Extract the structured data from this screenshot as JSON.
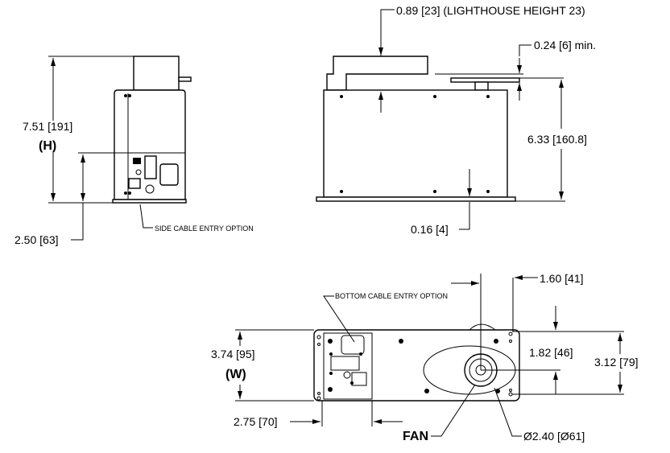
{
  "dimensions": {
    "lighthouse_height": "0.89 [23] (LIGHTHOUSE HEIGHT 23)",
    "min_clearance": "0.24 [6] min.",
    "total_height": "7.51 [191]",
    "height_label": "(H)",
    "body_height": "6.33 [160.8]",
    "side_cable_height": "2.50 [63]",
    "flange": "0.16 [4]",
    "width": "3.74 [95]",
    "width_label": "(W)",
    "fan_offset_x": "1.60 [41]",
    "fan_offset_y": "1.82 [46]",
    "base_depth": "3.12 [79]",
    "panel_width": "2.75 [70]",
    "fan_diameter": "Ø2.40 [Ø61]"
  },
  "callouts": {
    "side_cable": "SIDE CABLE ENTRY OPTION",
    "bottom_cable": "BOTTOM CABLE ENTRY OPTION",
    "fan": "FAN"
  }
}
